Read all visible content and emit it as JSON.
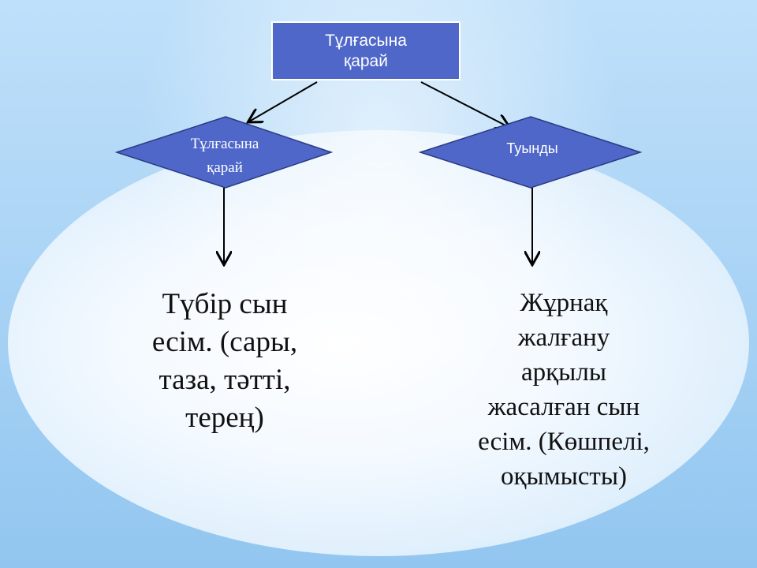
{
  "root": {
    "line1": "Тұлғасына",
    "line2": "қарай"
  },
  "branches": [
    {
      "line1": "Тұлғасына",
      "line2": "қарай"
    },
    {
      "label": "Туынды"
    }
  ],
  "results": [
    {
      "lines": [
        "Түбір сын",
        "есім. (сары,",
        "таза, тәтті,",
        "терең)"
      ]
    },
    {
      "lines": [
        "Жұрнақ",
        "жалғану",
        "арқылы",
        "жасалған сын",
        "есім. (Көшпелі,",
        "оқымысты)"
      ]
    }
  ],
  "colors": {
    "shape_fill": "#4f67c9",
    "shape_stroke": "#2a3a80"
  }
}
